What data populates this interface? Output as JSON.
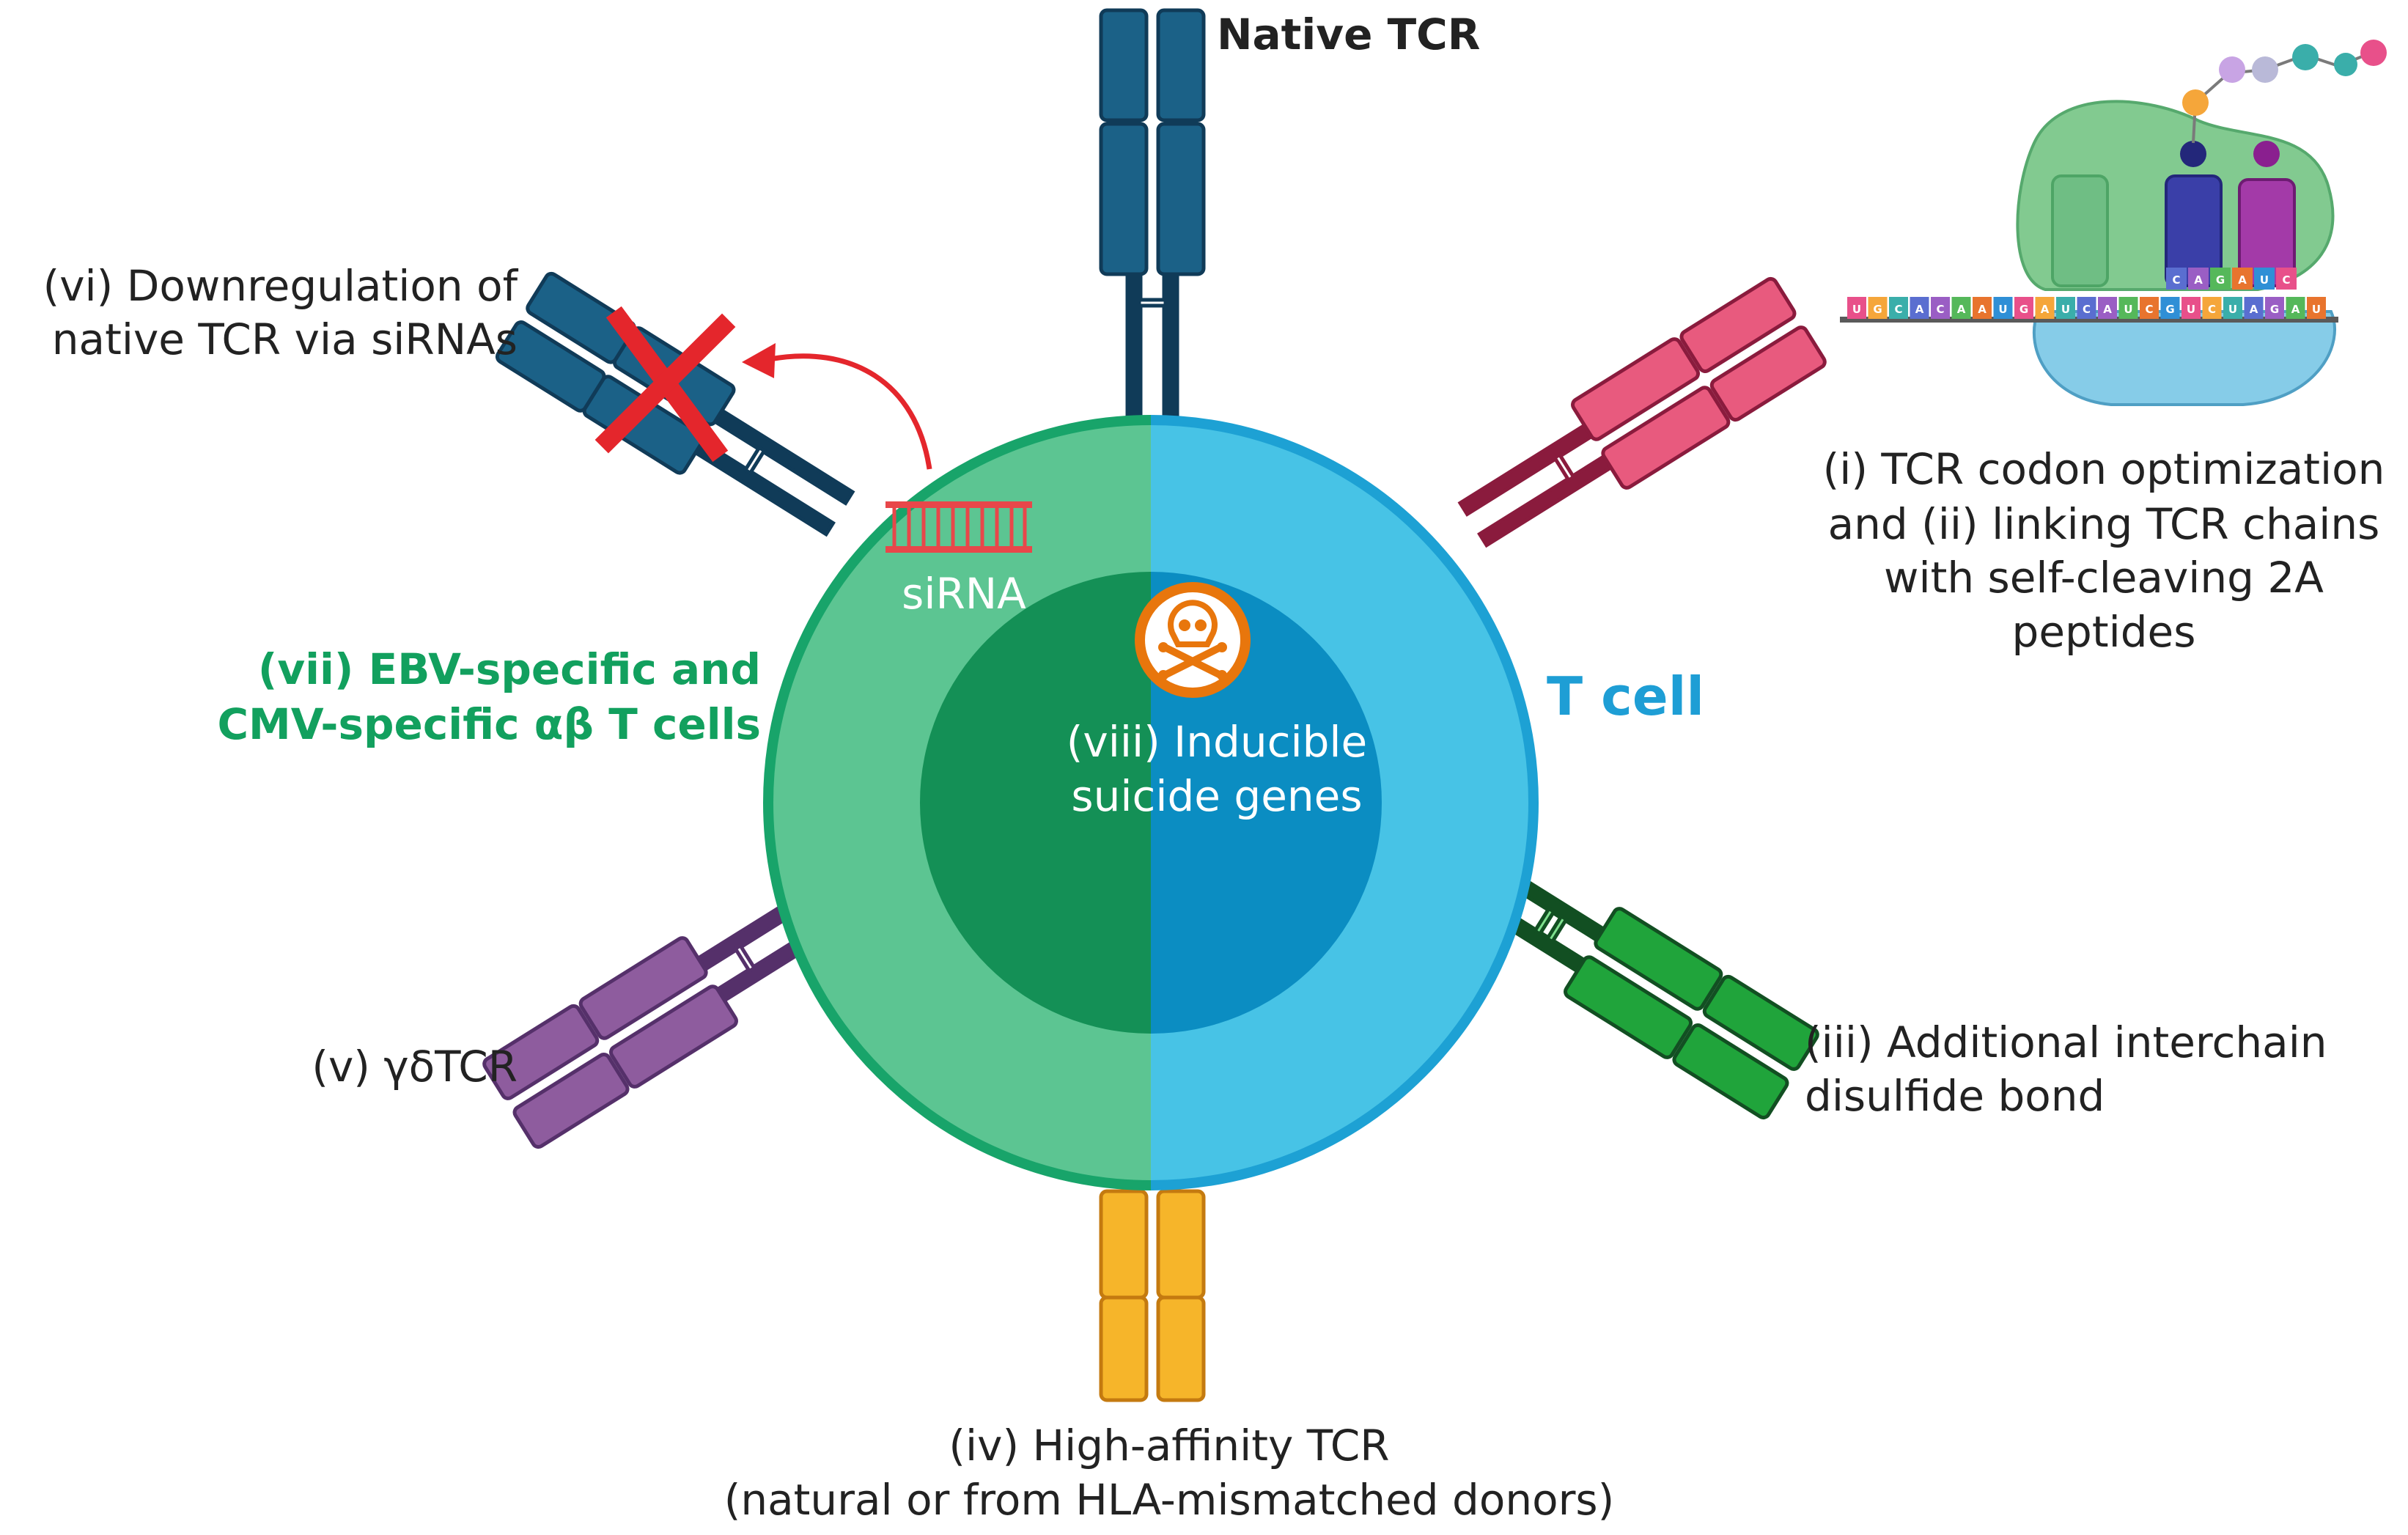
{
  "labels": {
    "native_tcr": "Native TCR",
    "downregulation_line1": "(vi) Downregulation of",
    "downregulation_line2": "native TCR via siRNAs",
    "codon_line1": "(i) TCR codon optimization",
    "codon_line2": "and (ii) linking TCR chains",
    "codon_line3": "with self-cleaving 2A",
    "codon_line4": "peptides",
    "ebv_line1": "(vii) EBV-specific and",
    "ebv_line2": "CMV-specific αβ T cells",
    "t_cell": "T cell",
    "suicide_line1": "(viii) Inducible",
    "suicide_line2": "suicide genes",
    "sirna": "siRNA",
    "gamma_delta": "(v) γδTCR",
    "disulfide_line1": "(iii) Additional interchain",
    "disulfide_line2": "disulfide bond",
    "high_affinity_line1": "(iv) High-affinity TCR",
    "high_affinity_line2": "(natural or from HLA-mismatched donors)"
  },
  "mrna_bases": [
    "U",
    "G",
    "C",
    "A",
    "C",
    "A",
    "A",
    "U",
    "G",
    "A",
    "U",
    "C",
    "A",
    "U",
    "C",
    "G",
    "U",
    "C",
    "U",
    "A",
    "G",
    "A",
    "U"
  ],
  "trna_codons": [
    "C",
    "A",
    "G",
    "A",
    "U",
    "C"
  ],
  "icons": {
    "skull": "skull-crossbones-icon",
    "cross": "red-x-icon",
    "arrow": "curved-arrow-icon"
  },
  "colors": {
    "cell_left": "#5cc592",
    "cell_right": "#47c3e6",
    "membrane_left": "#18a46a",
    "membrane_right": "#1da1d4",
    "nucleus_left": "#149056",
    "nucleus_right": "#0b8dc2",
    "native_tcr": "#1b6187",
    "native_tcr_dark": "#103b58",
    "codon_tcr": "#e85a7e",
    "codon_tcr_dark": "#8a1b3d",
    "disulfide_tcr": "#20a43b",
    "disulfide_tcr_dark": "#124f22",
    "high_affinity_tcr": "#f6b52a",
    "high_affinity_tcr_dark": "#c47a10",
    "gamma_delta_tcr": "#8e5c9e",
    "gamma_delta_tcr_dark": "#55306a",
    "ebv_text": "#12a05e",
    "t_cell_text": "#1e9ed5",
    "sirna": "#e8474a",
    "cross": "#e4262c",
    "skull_ring": "#e8760c",
    "ribosome_top": "#7cc88b",
    "ribosome_bottom": "#86cce8"
  }
}
